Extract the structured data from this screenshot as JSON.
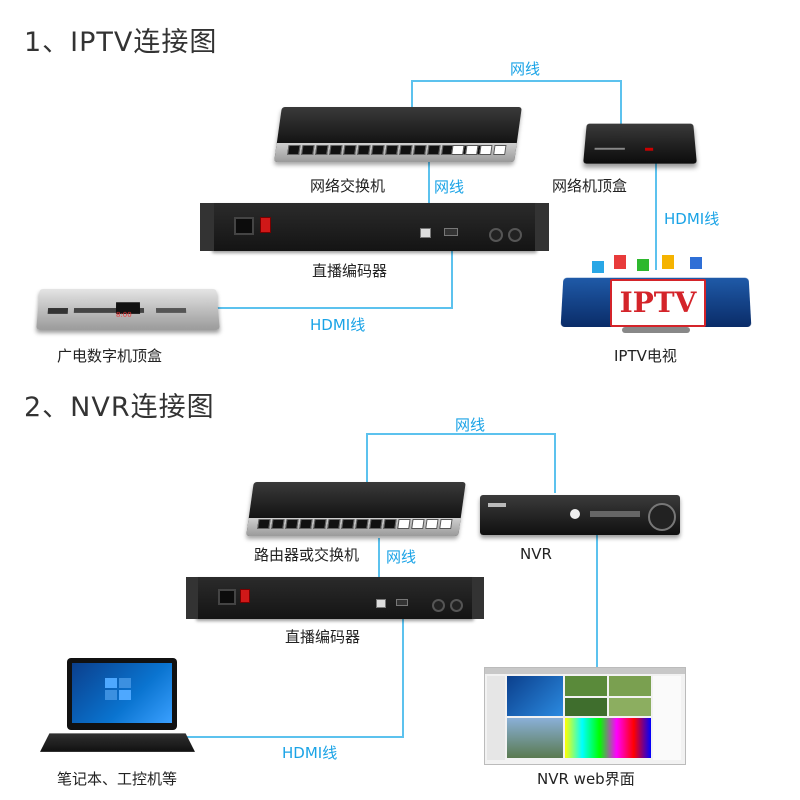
{
  "section1": {
    "title": "1、IPTV连接图",
    "switch_label": "网络交换机",
    "encoder_label": "直播编码器",
    "stb_label": "网络机顶盒",
    "catv_label": "广电数字机顶盒",
    "tv_label": "IPTV电视",
    "tv_logo": "IPTV",
    "cable_top": "网线",
    "cable_mid": "网线",
    "cable_hdmi_right": "HDMI线",
    "cable_hdmi_bottom": "HDMI线"
  },
  "section2": {
    "title": "2、NVR连接图",
    "switch_label": "路由器或交换机",
    "nvr_label": "NVR",
    "encoder_label": "直播编码器",
    "laptop_label": "笔记本、工控机等",
    "web_label": "NVR web界面",
    "cable_top": "网线",
    "cable_mid": "网线",
    "cable_hdmi": "HDMI线"
  },
  "colors": {
    "cable": "#5cc2ee",
    "cable_text": "#1aa3e6",
    "tv_red": "#d4242a"
  }
}
